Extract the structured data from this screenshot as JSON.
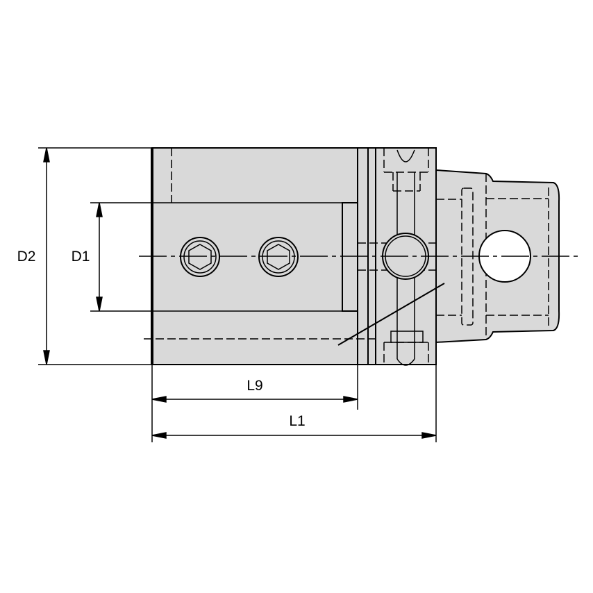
{
  "drawing": {
    "fill_color": "#d9d9d9",
    "line_color": "#000000",
    "dimensions": {
      "d2": "D2",
      "d1": "D1",
      "l9": "L9",
      "l1": "L1"
    }
  }
}
